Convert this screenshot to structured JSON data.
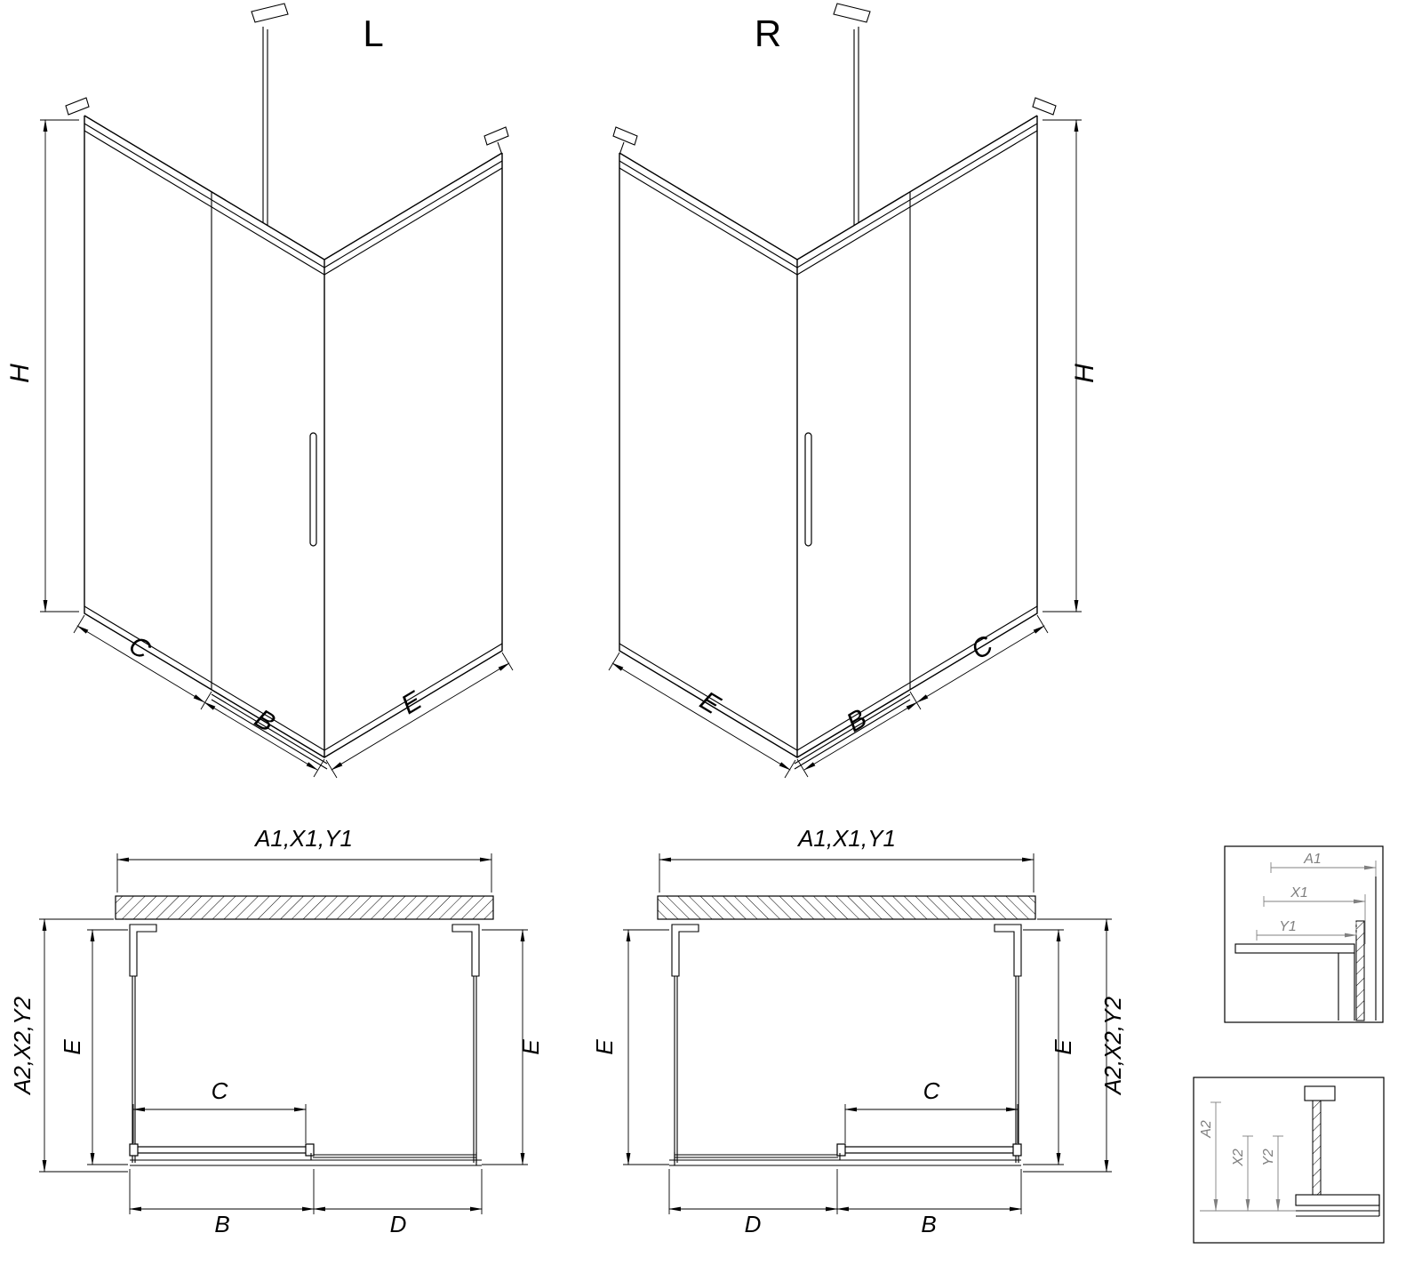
{
  "drawing": {
    "variants": {
      "left": "L",
      "right": "R"
    },
    "dimensions": {
      "height": "H",
      "fixed_segment": "C",
      "door_segment": "B",
      "side_panel": "E",
      "front_fixed": "D",
      "width_group": "A1,X1,Y1",
      "depth_group": "A2,X2,Y2"
    },
    "details": {
      "top": {
        "a1": "A1",
        "x1": "X1",
        "y1": "Y1"
      },
      "bottom": {
        "a2": "A2",
        "x2": "X2",
        "y2": "Y2"
      }
    },
    "colors": {
      "line": "#000000",
      "detail_dimension": "#808080",
      "background": "#ffffff"
    }
  }
}
